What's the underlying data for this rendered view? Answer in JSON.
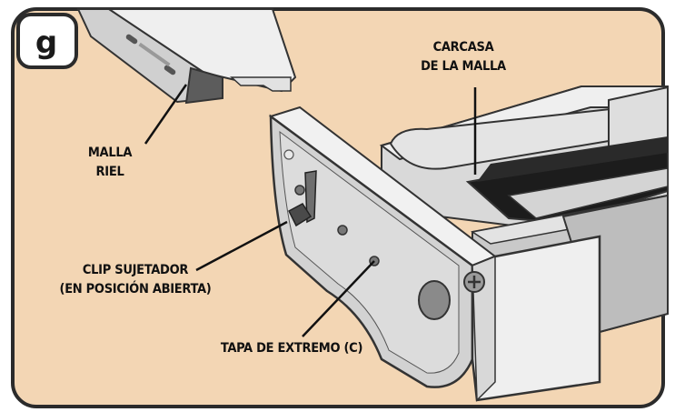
{
  "figure": {
    "step_letter": "g",
    "colors": {
      "background": "#f3d6b4",
      "frame_border": "#2b2b2b",
      "part_light": "#e8e8e8",
      "part_mid": "#c9c9c9",
      "part_dark": "#8a8a8a",
      "interior": "#1c1c1c"
    }
  },
  "labels": {
    "carcasa": [
      "CARCASA",
      "DE LA MALLA"
    ],
    "malla_riel": [
      "MALLA",
      "RIEL"
    ],
    "clip": [
      "CLIP SUJETADOR",
      "(EN POSICIÓN ABIERTA)"
    ],
    "tapa": [
      "TAPA DE EXTREMO (C)"
    ]
  }
}
